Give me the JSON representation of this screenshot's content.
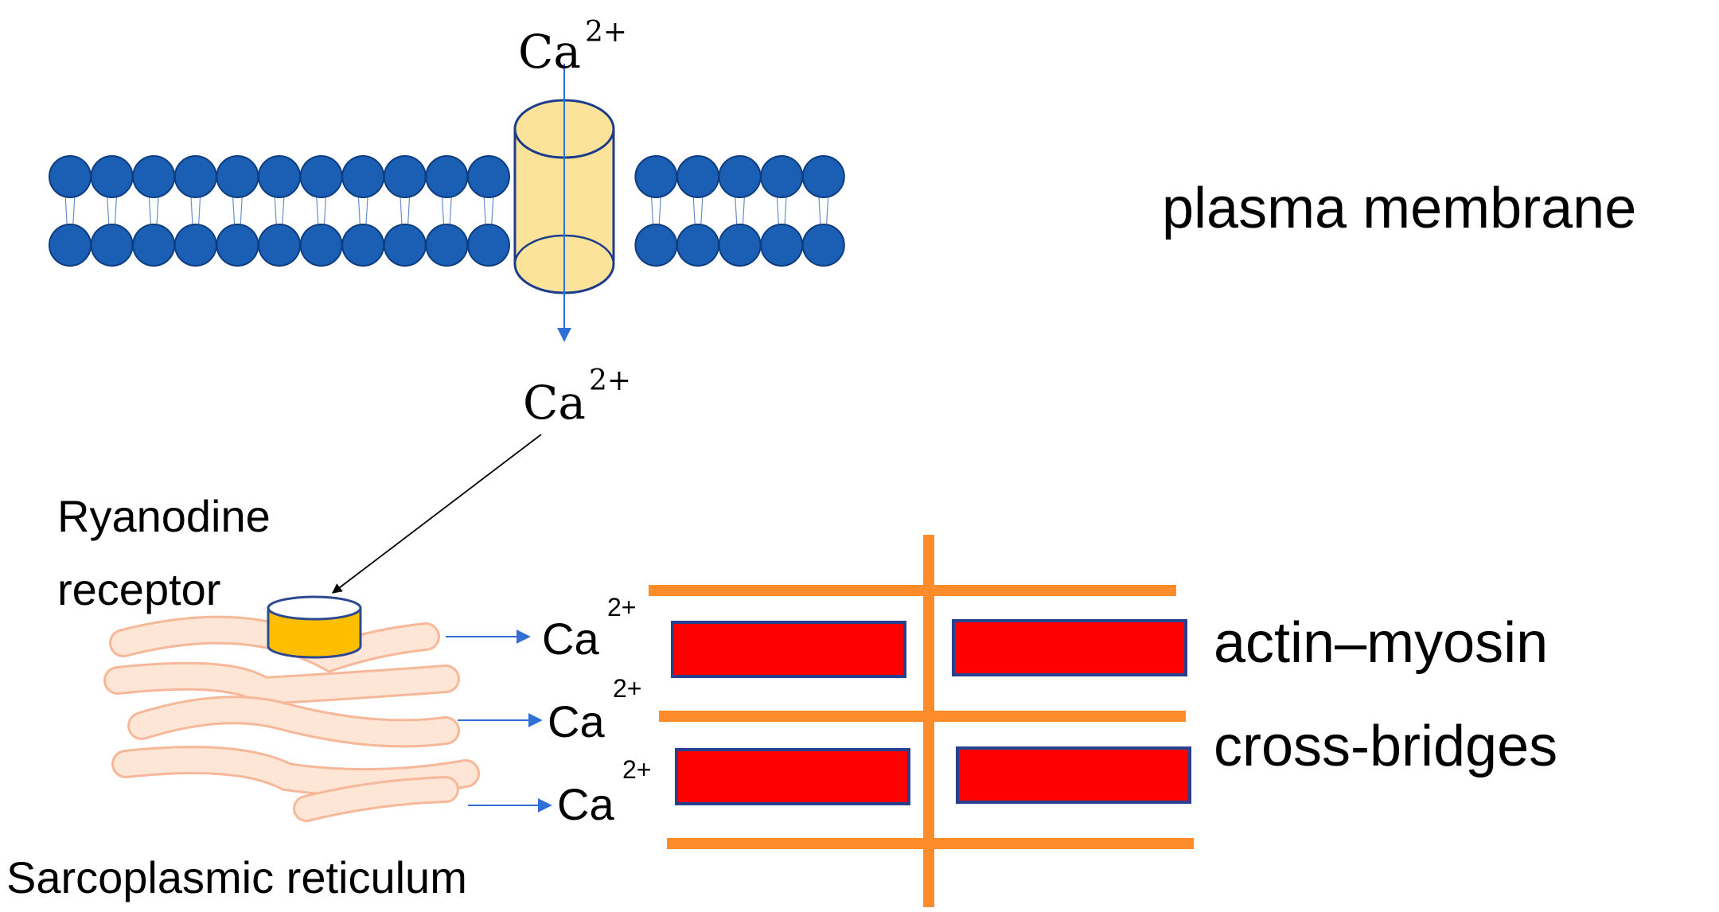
{
  "labels": {
    "ion_top": "Ca",
    "ion_top_charge": "2+",
    "ion_mid": "Ca",
    "ion_mid_charge": "2+",
    "plasma_membrane": "plasma membrane",
    "ryanodine_line1": "Ryanodine",
    "ryanodine_line2": "receptor",
    "sr_label": "Sarcoplasmic reticulum",
    "actin_line1": "actin–myosin",
    "actin_line2": "cross-bridges"
  },
  "released_ions": [
    {
      "ion": "Ca",
      "charge": "2+"
    },
    {
      "ion": "Ca",
      "charge": "2+"
    },
    {
      "ion": "Ca",
      "charge": "2+"
    }
  ],
  "colors": {
    "lipid_head": "#1a5fb4",
    "lipid_outline": "#0d3d80",
    "channel_fill": "#fbe49a",
    "channel_outline": "#1d3c8a",
    "receptor_fill": "#ffbf00",
    "receptor_outline": "#2d4a90",
    "sr_fill": "#fde6d6",
    "sr_stroke": "#f7b89a",
    "arrow_blue": "#2f6fd6",
    "sarcomere_orange": "#ff8c2a",
    "filament_red": "#ff0000",
    "filament_outline": "#27418f"
  }
}
